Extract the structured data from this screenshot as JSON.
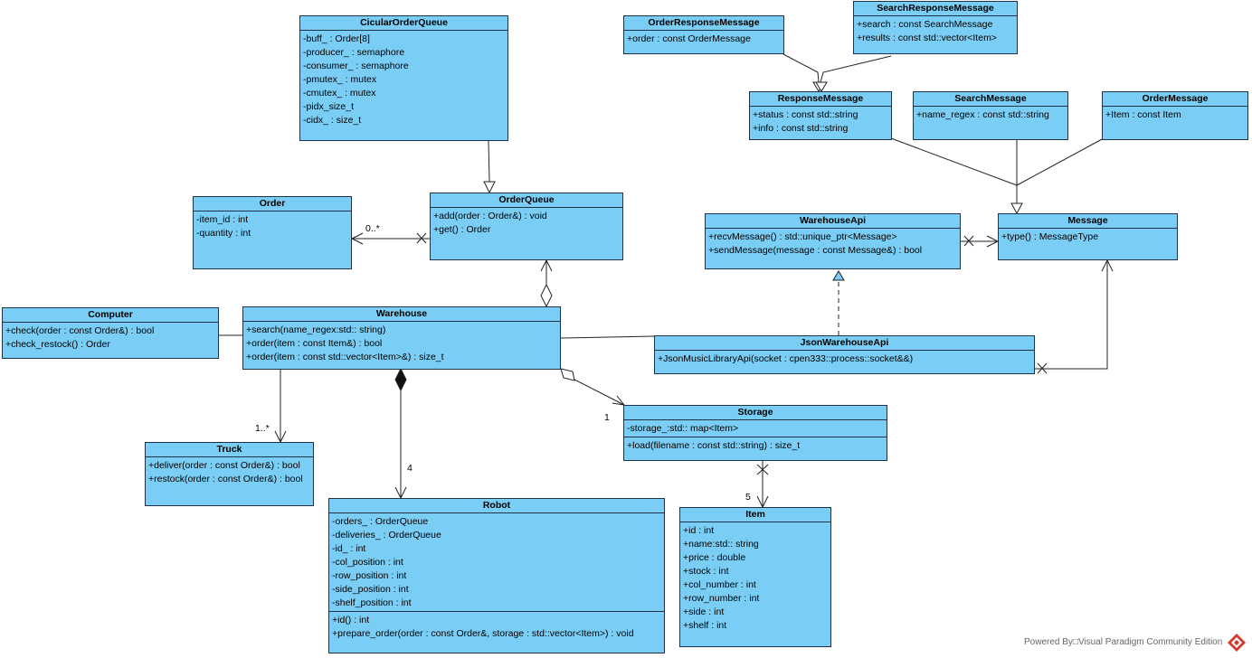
{
  "classes": {
    "circular_queue": {
      "name": "CicularOrderQueue",
      "attributes": [
        "-buff_ : Order[8]",
        "-producer_ : semaphore",
        "-consumer_ : semaphore",
        "-pmutex_ : mutex",
        "-cmutex_ : mutex",
        "-pidx_size_t",
        "-cidx_ : size_t"
      ]
    },
    "order_response": {
      "name": "OrderResponseMessage",
      "attributes": [
        "+order : const OrderMessage"
      ]
    },
    "search_response": {
      "name": "SearchResponseMessage",
      "attributes": [
        "+search : const SearchMessage",
        "+results : const std::vector<Item>"
      ]
    },
    "response": {
      "name": "ResponseMessage",
      "attributes": [
        "+status : const std::string",
        "+info : const std::string"
      ]
    },
    "search_message": {
      "name": "SearchMessage",
      "attributes": [
        "+name_regex : const std::string"
      ]
    },
    "order_message": {
      "name": "OrderMessage",
      "attributes": [
        "+Item : const Item"
      ]
    },
    "order": {
      "name": "Order",
      "attributes": [
        "-item_id : int",
        "-quantity : int"
      ]
    },
    "order_queue": {
      "name": "OrderQueue",
      "operations": [
        "+add(order : Order&) : void",
        "+get() : Order"
      ]
    },
    "warehouse_api": {
      "name": "WarehouseApi",
      "operations": [
        "+recvMessage() : std::unique_ptr<Message>",
        "+sendMessage(message : const Message&) : bool"
      ]
    },
    "message": {
      "name": "Message",
      "operations": [
        "+type() : MessageType"
      ]
    },
    "computer": {
      "name": "Computer",
      "operations": [
        "+check(order : const Order&) : bool",
        "+check_restock() : Order"
      ]
    },
    "warehouse": {
      "name": "Warehouse",
      "operations": [
        "+search(name_regex:std:: string)",
        "+order(item : const Item&) : bool",
        "+order(item : const std::vector<Item>&) : size_t"
      ]
    },
    "json_api": {
      "name": "JsonWarehouseApi",
      "operations": [
        "+JsonMusicLibraryApi(socket : cpen333::process::socket&&)"
      ]
    },
    "storage": {
      "name": "Storage",
      "attributes": [
        "-storage_:std:: map<Item>"
      ],
      "operations": [
        "+load(filename : const std::string) : size_t"
      ]
    },
    "truck": {
      "name": "Truck",
      "operations": [
        "+deliver(order : const Order&) : bool",
        "+restock(order : const Order&) : bool"
      ]
    },
    "robot": {
      "name": "Robot",
      "attributes": [
        "-orders_ : OrderQueue",
        "-deliveries_ : OrderQueue",
        "-id_ : int",
        "-col_position : int",
        "-row_position : int",
        "-side_position : int",
        "-shelf_position : int"
      ],
      "operations": [
        "+id() : int",
        "+prepare_order(order : const Order&, storage : std::vector<Item>) : void"
      ]
    },
    "item": {
      "name": "Item",
      "attributes": [
        "+id : int",
        "+name:std:: string",
        "+price : double",
        "+stock : int",
        "+col_number : int",
        "+row_number : int",
        "+side : int",
        "+shelf : int"
      ]
    }
  },
  "multiplicities": {
    "order_queue_orders": "0..*",
    "warehouse_trucks": "1..*",
    "warehouse_robots": "4",
    "warehouse_storage": "1",
    "storage_items": "5"
  },
  "footer": "Powered By□Visual Paradigm Community Edition",
  "colors": {
    "class_fill": "#7acdf4",
    "border": "#1f3344",
    "line": "#222222"
  }
}
